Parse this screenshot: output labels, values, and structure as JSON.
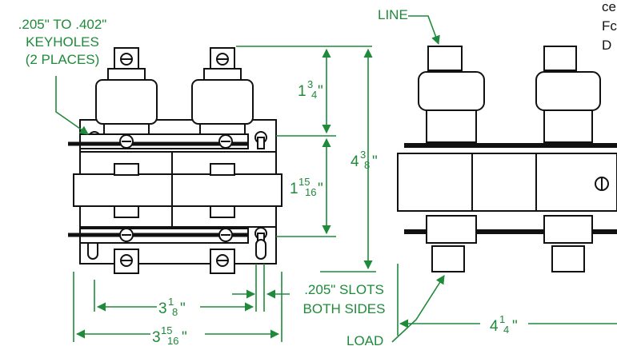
{
  "annotations": {
    "keyholes_line1": ".205\" TO .402\"",
    "keyholes_line2": "KEYHOLES",
    "keyholes_line3": "(2 PLACES)",
    "line_label": "LINE",
    "load_label": "LOAD",
    "slots_line1": ".205\" SLOTS",
    "slots_line2": "BOTH SIDES"
  },
  "dimensions": {
    "top_height": {
      "whole": "1",
      "num": "3",
      "den": "4",
      "unit": "\""
    },
    "mid_height": {
      "whole": "1",
      "num": "15",
      "den": "16",
      "unit": "\""
    },
    "total_height": {
      "whole": "4",
      "num": "3",
      "den": "8",
      "unit": "\""
    },
    "inner_width": {
      "whole": "3",
      "num": "1",
      "den": "8",
      "unit": "\""
    },
    "outer_width": {
      "whole": "3",
      "num": "15",
      "den": "16",
      "unit": "\""
    },
    "side_width": {
      "whole": "4",
      "num": "1",
      "den": "4",
      "unit": "\""
    }
  },
  "side_text": [
    "ce",
    "Fc",
    "D"
  ],
  "colors": {
    "dimension": "#1f8a3a",
    "outline": "#111111"
  }
}
